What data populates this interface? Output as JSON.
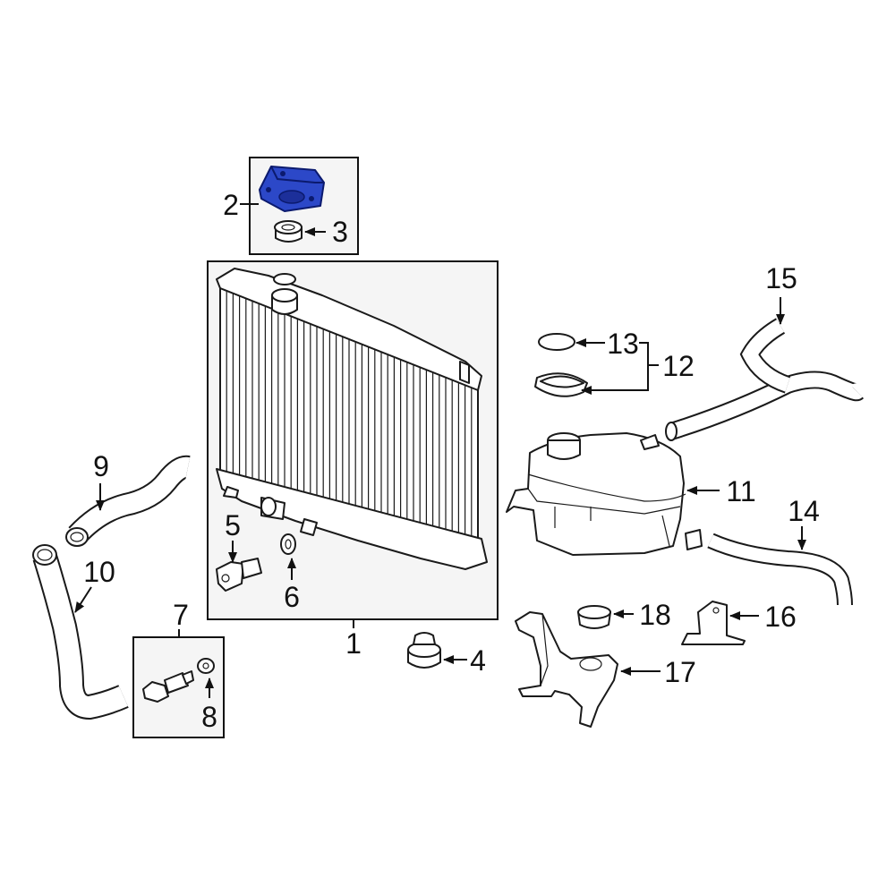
{
  "diagram": {
    "callouts": [
      {
        "id": "c1",
        "label": "1"
      },
      {
        "id": "c2",
        "label": "2"
      },
      {
        "id": "c3",
        "label": "3"
      },
      {
        "id": "c4",
        "label": "4"
      },
      {
        "id": "c5",
        "label": "5"
      },
      {
        "id": "c6",
        "label": "6"
      },
      {
        "id": "c7",
        "label": "7"
      },
      {
        "id": "c8",
        "label": "8"
      },
      {
        "id": "c9",
        "label": "9"
      },
      {
        "id": "c10",
        "label": "10"
      },
      {
        "id": "c11",
        "label": "11"
      },
      {
        "id": "c12",
        "label": "12"
      },
      {
        "id": "c13",
        "label": "13"
      },
      {
        "id": "c14",
        "label": "14"
      },
      {
        "id": "c15",
        "label": "15"
      },
      {
        "id": "c16",
        "label": "16"
      },
      {
        "id": "c17",
        "label": "17"
      },
      {
        "id": "c18",
        "label": "18"
      }
    ],
    "colors": {
      "line": "#111111",
      "highlight": "#2c48c8",
      "box_fill": "#f5f5f5"
    }
  }
}
